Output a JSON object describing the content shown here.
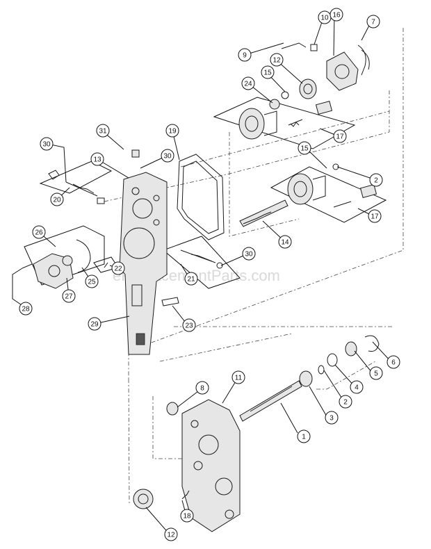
{
  "watermark": "eReplacementParts.com",
  "callouts": [
    {
      "label": "1"
    },
    {
      "label": "2"
    },
    {
      "label": "2"
    },
    {
      "label": "3"
    },
    {
      "label": "4"
    },
    {
      "label": "5"
    },
    {
      "label": "6"
    },
    {
      "label": "7"
    },
    {
      "label": "8"
    },
    {
      "label": "9"
    },
    {
      "label": "10"
    },
    {
      "label": "11"
    },
    {
      "label": "12"
    },
    {
      "label": "12"
    },
    {
      "label": "13"
    },
    {
      "label": "14"
    },
    {
      "label": "15"
    },
    {
      "label": "15"
    },
    {
      "label": "16"
    },
    {
      "label": "17"
    },
    {
      "label": "17"
    },
    {
      "label": "18"
    },
    {
      "label": "19"
    },
    {
      "label": "20"
    },
    {
      "label": "21"
    },
    {
      "label": "22"
    },
    {
      "label": "23"
    },
    {
      "label": "24"
    },
    {
      "label": "25"
    },
    {
      "label": "26"
    },
    {
      "label": "27"
    },
    {
      "label": "28"
    },
    {
      "label": "29"
    },
    {
      "label": "30"
    },
    {
      "label": "30"
    },
    {
      "label": "30"
    },
    {
      "label": "31"
    }
  ]
}
